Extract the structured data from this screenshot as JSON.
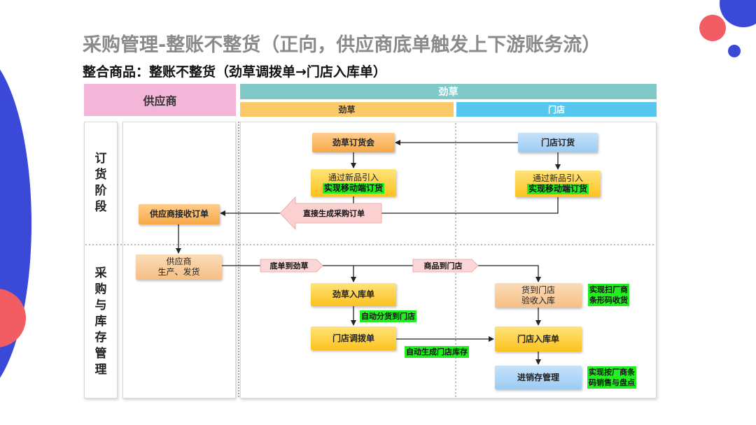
{
  "title": "采购管理-整账不整货（正向，供应商底单触发上下游账务流）",
  "subtitle": "整合商品：整账不整货（劲草调拨单→门店入库单）",
  "header": {
    "supplier": "供应商",
    "jincao": "劲草",
    "jincao_sub": "劲草",
    "store": "门店"
  },
  "stages": {
    "order": [
      "订",
      "货",
      "阶",
      "段"
    ],
    "purchase": [
      "采",
      "购",
      "与",
      "库",
      "存",
      "管",
      "理"
    ]
  },
  "boxes": {
    "jincao_order_meeting": "劲草订货会",
    "store_order": "门店订货",
    "jincao_new_line1": "通过新品引入",
    "jincao_new_line2": "实现移动端订货",
    "store_new_line1": "通过新品引入",
    "store_new_line2": "实现移动端订货",
    "supplier_receive": "供应商接收订单",
    "auto_po": "直接生成采购订单",
    "supplier_ship_line1": "供应商",
    "supplier_ship_line2": "生产、发货",
    "jincao_inbound": "劲草入库单",
    "store_receive_line1": "货到门店",
    "store_receive_line2": "验收入库",
    "store_transfer": "门店调拨单",
    "store_inbound": "门店入库单",
    "inventory_mgmt": "进销存管理"
  },
  "arrows": {
    "to_jincao": "底单到劲草",
    "to_store": "商品到门店"
  },
  "notes": {
    "auto_allocate": "自动分货到门店",
    "auto_store_stock": "自动生成门店库存",
    "scan_line1": "实现扫厂商",
    "scan_line2": "条形码收货",
    "sales_line1": "实现按厂商条",
    "sales_line2": "码销售与盘点"
  },
  "colors": {
    "supplier_header": "#f4b6d8",
    "jincao_header": "#7fc9c9",
    "jincao_sub_header": "#fbc96a",
    "store_header": "#56c8f0",
    "highlight": "#22ee22",
    "decor_blue": "#3a49d8",
    "decor_red": "#f05a5a"
  }
}
